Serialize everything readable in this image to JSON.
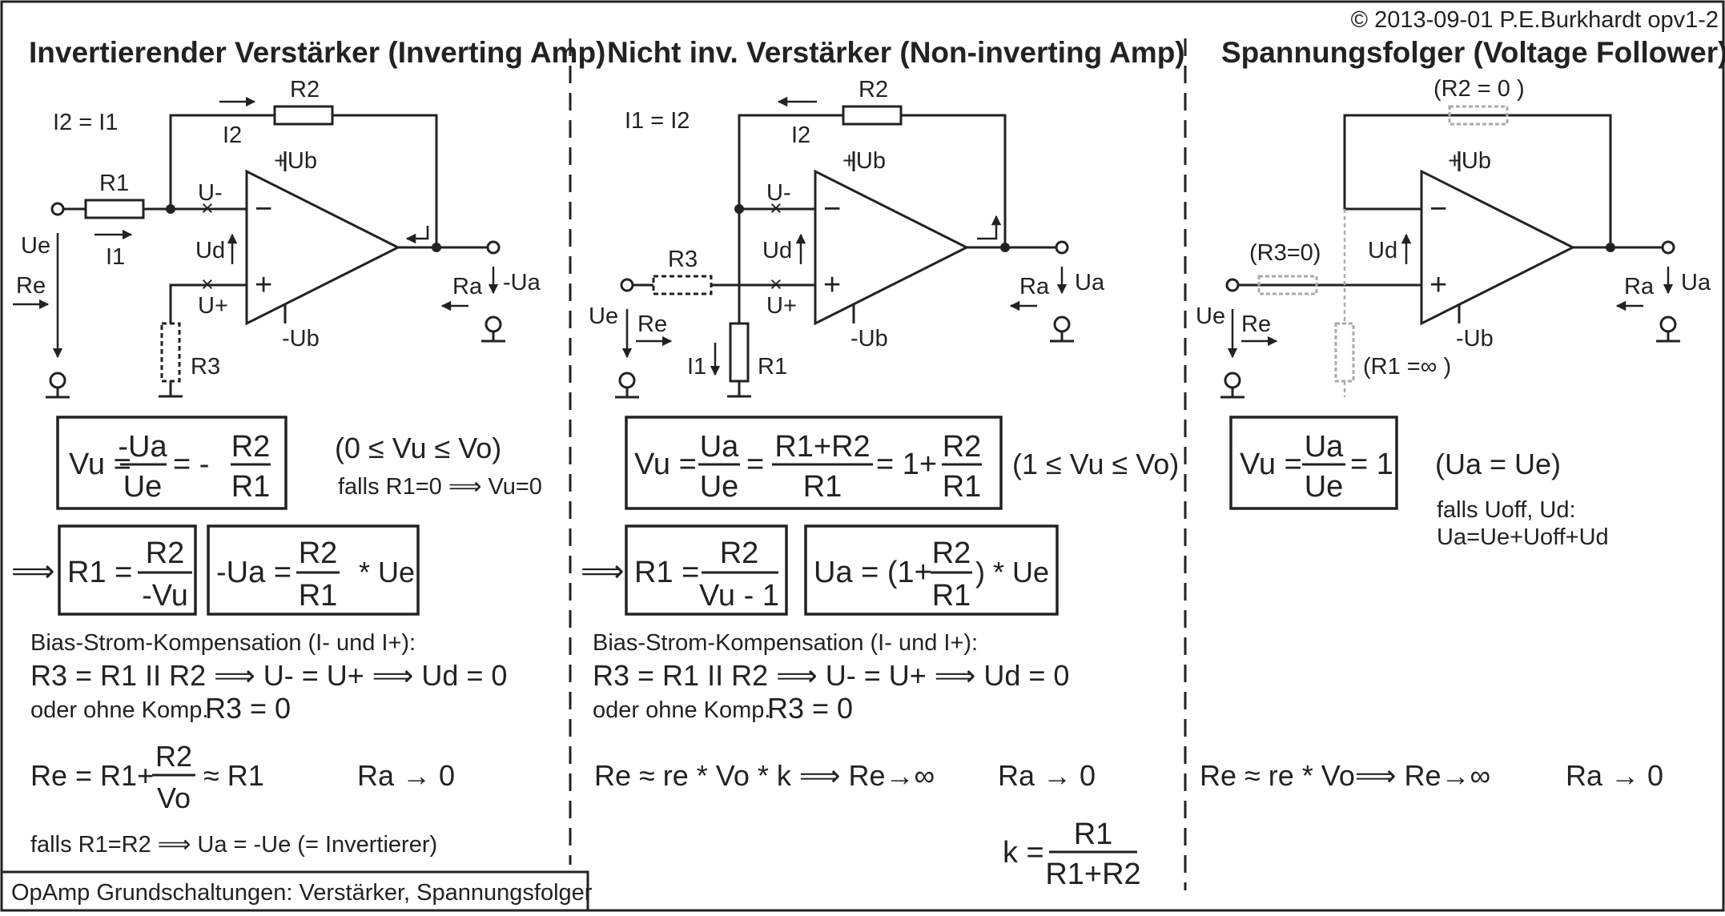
{
  "copyright": "© 2013-09-01 P.E.Burkhardt opv1-2",
  "footer_title": "OpAmp Grundschaltungen: Verstärker, Spannungsfolger",
  "panels": {
    "inverting": {
      "title": "Invertierender Verstärker (Inverting Amp)",
      "current_rel": "I2 = I1",
      "labels": {
        "r1": "R1",
        "r2": "R2",
        "r3": "R3",
        "i1": "I1",
        "i2": "I2",
        "ue": "Ue",
        "re": "Re",
        "ud": "Ud",
        "um": "U-",
        "up": "U+",
        "ubp": "+Ub",
        "ubm": "-Ub",
        "ra": "Ra",
        "ua": "-Ua",
        "minus": "−",
        "plus": "+"
      },
      "f1": {
        "lhs": "Vu =",
        "n1": "-Ua",
        "d1": "Ue",
        "mid": "= -",
        "n2": "R2",
        "d2": "R1"
      },
      "range": "(0 ≤ Vu ≤ Vo)",
      "cond": "falls R1=0 ⟹ Vu=0",
      "arrow": "⟹",
      "f2": {
        "lhs": "R1 =",
        "n": "R2",
        "d": "-Vu"
      },
      "f3": {
        "lhs": "-Ua =",
        "n": "R2",
        "d": "R1",
        "tail": "* Ue"
      },
      "bias_head": "Bias-Strom-Kompensation (I- und I+):",
      "bias_eq": "R3 = R1 II R2 ⟹ U- = U+ ⟹ Ud = 0",
      "bias_alt_pre": "oder ohne Komp.",
      "bias_alt": "R3 = 0",
      "re_lhs": "Re = R1+",
      "re_n": "R2",
      "re_d": "Vo",
      "re_tail": "≈ R1",
      "ra": "Ra → 0",
      "note": "falls R1=R2 ⟹ Ua = -Ue (= Invertierer)"
    },
    "noninverting": {
      "title": "Nicht inv. Verstärker (Non-inverting Amp)",
      "current_rel": "I1 = I2",
      "labels": {
        "r1": "R1",
        "r2": "R2",
        "r3": "R3",
        "i1": "I1",
        "i2": "I2",
        "ue": "Ue",
        "re": "Re",
        "ud": "Ud",
        "um": "U-",
        "up": "U+",
        "ubp": "+Ub",
        "ubm": "-Ub",
        "ra": "Ra",
        "ua": "Ua",
        "minus": "−",
        "plus": "+"
      },
      "f1": {
        "lhs": "Vu =",
        "n1": "Ua",
        "d1": "Ue",
        "eq1": "=",
        "n2": "R1+R2",
        "d2": "R1",
        "eq2": "= 1+",
        "n3": "R2",
        "d3": "R1"
      },
      "range": "(1 ≤ Vu ≤ Vo)",
      "arrow": "⟹",
      "f2": {
        "lhs": "R1 =",
        "n": "R2",
        "d": "Vu - 1"
      },
      "f3": {
        "lhs": "Ua = (1+",
        "n": "R2",
        "d": "R1",
        "tail": ") * Ue"
      },
      "bias_head": "Bias-Strom-Kompensation (I- und I+):",
      "bias_eq": "R3 = R1 II R2 ⟹ U- = U+ ⟹ Ud = 0",
      "bias_alt_pre": "oder ohne Komp.",
      "bias_alt": "R3 = 0",
      "re": "Re ≈  re * Vo * k ⟹ Re→∞",
      "ra": "Ra → 0",
      "k_lhs": "k =",
      "k_n": "R1",
      "k_d": "R1+R2"
    },
    "follower": {
      "title": "Spannungsfolger (Voltage Follower)",
      "labels": {
        "r2": "(R2 = 0 )",
        "r3": "(R3=0)",
        "r1": "(R1 =∞ )",
        "ue": "Ue",
        "re": "Re",
        "ud": "Ud",
        "ubp": "+Ub",
        "ubm": "-Ub",
        "ra": "Ra",
        "ua": "Ua",
        "minus": "−",
        "plus": "+"
      },
      "f1": {
        "lhs": "Vu =",
        "n": "Ua",
        "d": "Ue",
        "tail": "= 1"
      },
      "rel": "(Ua = Ue)",
      "cond1": "falls Uoff, Ud:",
      "cond2": "Ua=Ue+Uoff+Ud",
      "re": "Re ≈  re * Vo⟹ Re→∞",
      "ra": "Ra → 0"
    }
  }
}
